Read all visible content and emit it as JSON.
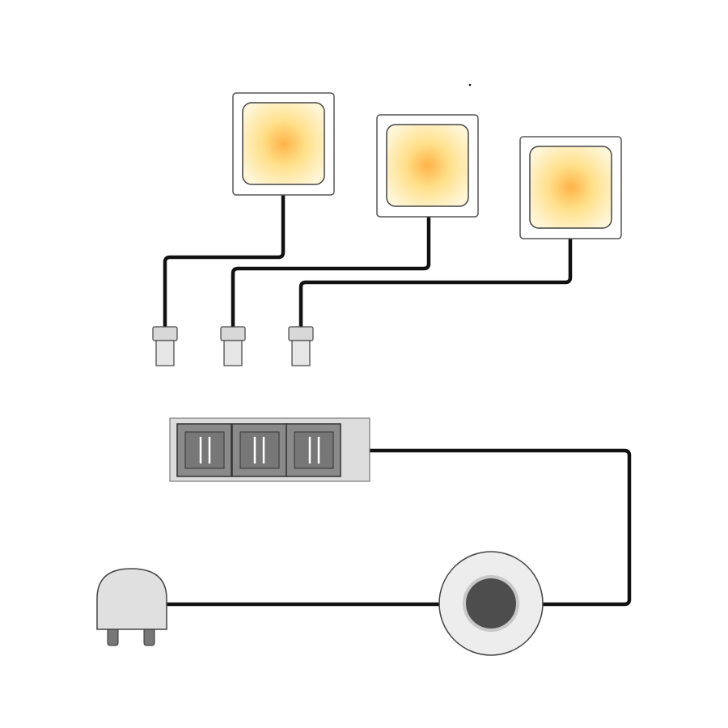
{
  "diagram": {
    "lights": [
      {
        "name": "led-light-1"
      },
      {
        "name": "led-light-2"
      },
      {
        "name": "led-light-3"
      }
    ],
    "connectors": [
      {
        "name": "connector-plug-1"
      },
      {
        "name": "connector-plug-2"
      },
      {
        "name": "connector-plug-3"
      }
    ],
    "distributor": {
      "sockets": 3
    },
    "switch": {
      "kind": "round-dimmer-switch"
    },
    "plug": {
      "kind": "mains-plug"
    }
  },
  "colors": {
    "background": "#ffffff",
    "cable": "#111111",
    "frame_stroke": "#555555",
    "led_center": "#ffb347",
    "led_edge": "#fff6d8",
    "distributor_body": "#dcdcdc",
    "socket_fill": "#7a7a7a",
    "switch_ring": "#ededed",
    "switch_knob": "#4d4d4d",
    "plug_body": "#e0e0e0"
  }
}
